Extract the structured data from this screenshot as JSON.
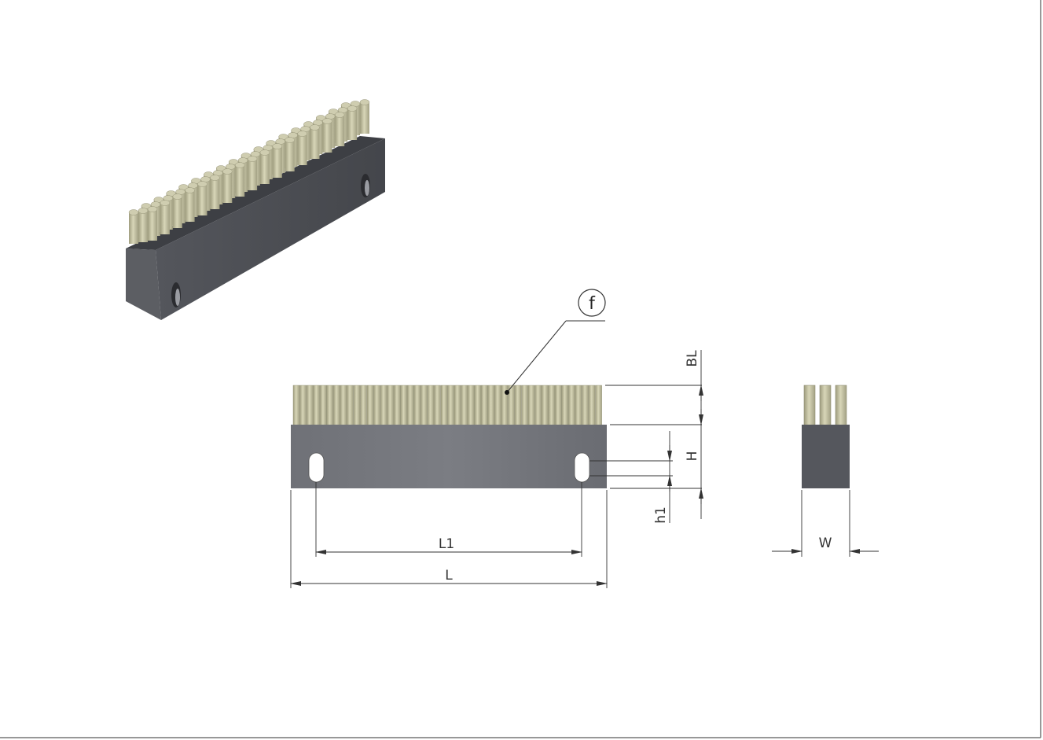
{
  "drawing": {
    "labels": {
      "callout": "f",
      "bristle_length": "BL",
      "height": "H",
      "hole_height": "h1",
      "hole_spacing": "L1",
      "length": "L",
      "width": "W"
    },
    "colors": {
      "background": "#ffffff",
      "frame": "#555555",
      "body_front": "#6e7076",
      "body_top": "#3e4045",
      "body_side": "#4a4c51",
      "bristle": "#c9c7a6",
      "bristle_dark": "#8e8c70",
      "dimension_line": "#333333"
    }
  }
}
